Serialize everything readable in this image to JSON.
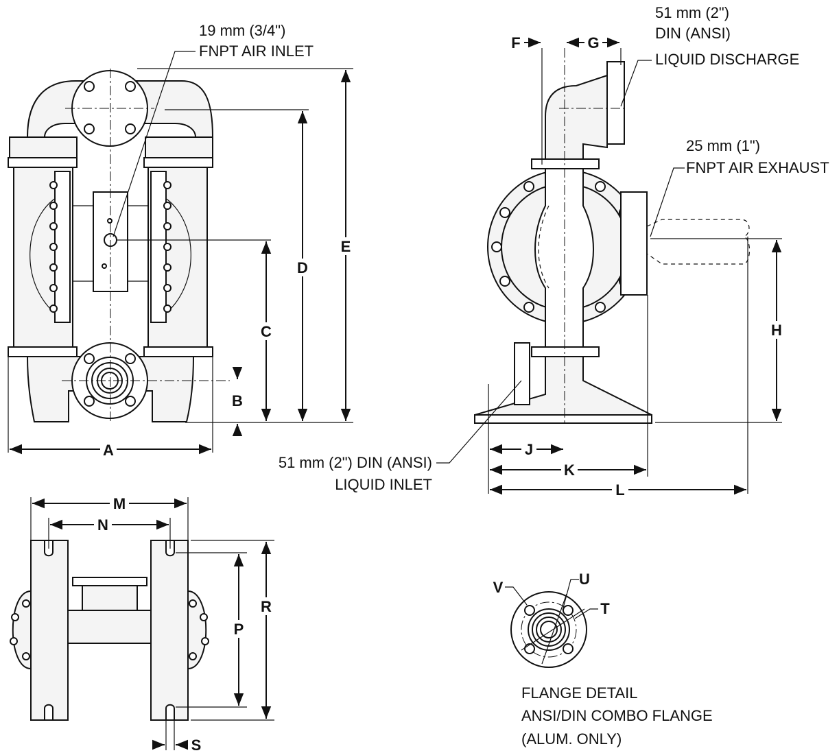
{
  "labels": {
    "air_inlet_size": "19 mm (3/4\")",
    "air_inlet_type": "FNPT AIR INLET",
    "discharge_size": "51 mm (2\")",
    "discharge_std": "DIN (ANSI)",
    "discharge_type": "LIQUID DISCHARGE",
    "exhaust_size": "25 mm (1\")",
    "exhaust_type": "FNPT AIR EXHAUST",
    "inlet_size": "51 mm (2\") DIN (ANSI)",
    "inlet_type": "LIQUID INLET",
    "flange_title": "FLANGE DETAIL",
    "flange_type": "ANSI/DIN COMBO FLANGE",
    "flange_note": "(ALUM. ONLY)"
  },
  "dimensions": {
    "A": "A",
    "B": "B",
    "C": "C",
    "D": "D",
    "E": "E",
    "F": "F",
    "G": "G",
    "H": "H",
    "J": "J",
    "K": "K",
    "L": "L",
    "M": "M",
    "N": "N",
    "P": "P",
    "R": "R",
    "S": "S",
    "T": "T",
    "U": "U",
    "V": "V"
  }
}
